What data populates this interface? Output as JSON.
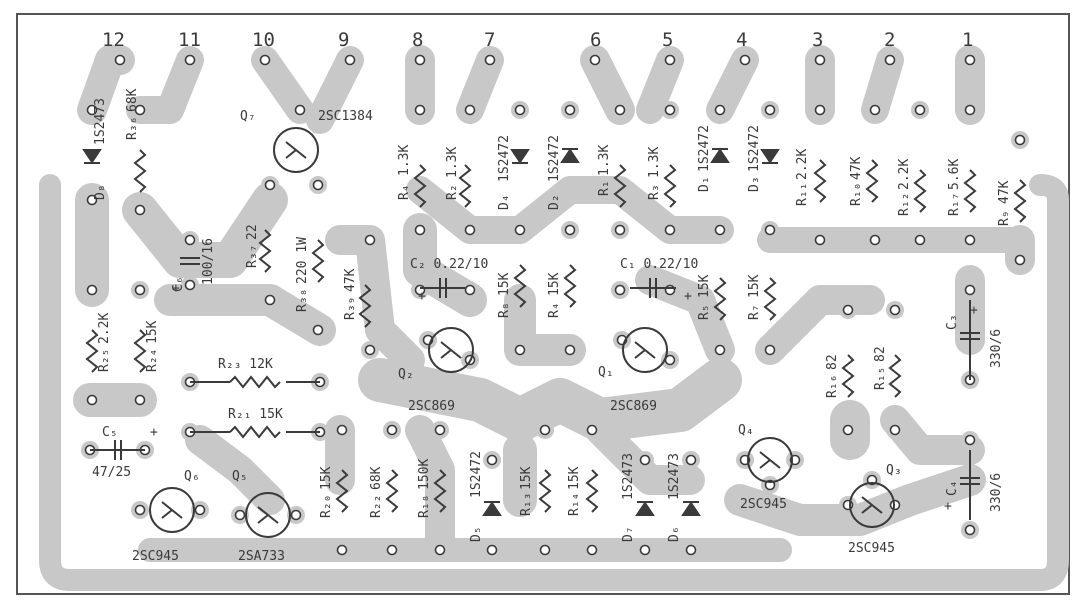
{
  "colors": {
    "background": "#ffffff",
    "frame": "#555555",
    "copper": "#c8c8c8",
    "ink": "#3a3a3a"
  },
  "pins": [
    "12",
    "11",
    "10",
    "9",
    "8",
    "7",
    "6",
    "5",
    "4",
    "3",
    "2",
    "1"
  ],
  "components": {
    "D8": "D₈",
    "D8v": "1S2473",
    "R36": "R₃₆",
    "R36v": "68K",
    "Q7": "Q₇",
    "Q7v": "2SC1384",
    "C6": "C₆",
    "C6v": "100/16",
    "R37": "R₃₇",
    "R37v": "22",
    "R38": "R₃₈",
    "R38v": "220 1W",
    "R39": "R₃₉",
    "R39v": "47K",
    "R4a": "R₄",
    "R4av": "1.3K",
    "R2": "R₂",
    "R2v": "1.3K",
    "D4": "D₄",
    "D4v": "1S2472",
    "D2": "D₂",
    "D2v": "1S2472",
    "R1": "R₁",
    "R1v": "1.3K",
    "R3": "R₃",
    "R3v": "1.3K",
    "D1": "D₁",
    "D1v": "1S2472",
    "D3": "D₃",
    "D3v": "1S2472",
    "R11": "R₁₁",
    "R11v": "2.2K",
    "R10": "R₁₀",
    "R10v": "47K",
    "R12": "R₁₂",
    "R12v": "2.2K",
    "R17": "R₁₇",
    "R17v": "5.6K",
    "R9": "R₉",
    "R9v": "47K",
    "C2": "C₂ 0.22/10",
    "C1": "C₁ 0.22/10",
    "R8": "R₈",
    "R8v": "15K",
    "R4b": "R₄",
    "R4bv": "15K",
    "R5": "R₅",
    "R5v": "15K",
    "R7": "R₇",
    "R7v": "15K",
    "R25": "R₂₅",
    "R25v": "2.2K",
    "R24": "R₂₄",
    "R24v": "15K",
    "R23": "R₂₃ 12K",
    "R21": "R₂₁ 15K",
    "Q2": "Q₂",
    "Q2v": "2SC869",
    "Q1": "Q₁",
    "Q1v": "2SC869",
    "R16": "R₁₆",
    "R16v": "82",
    "R15": "R₁₅",
    "R15v": "82",
    "C3": "C₃",
    "C3v": "330/6",
    "C5": "C₅",
    "C5v": "47/25",
    "Q6": "Q₆",
    "Q6v": "2SC945",
    "Q5": "Q₅",
    "Q5v": "2SA733",
    "R20": "R₂₀",
    "R20v": "15K",
    "R22": "R₂₂",
    "R22v": "68K",
    "R18": "R₁₈",
    "R18v": "150K",
    "D5": "D₅",
    "D5v": "1S2472",
    "R13": "R₁₃",
    "R13v": "15K",
    "R14": "R₁₄",
    "R14v": "15K",
    "D7": "D₇",
    "D7v": "1S2473",
    "D6": "D₆",
    "D6v": "1S2473",
    "Q4": "Q₄",
    "Q4v": "2SC945",
    "Q3": "Q₃",
    "Q3v": "2SC945",
    "C4": "C₄",
    "C4v": "330/6",
    "plus": "+"
  }
}
